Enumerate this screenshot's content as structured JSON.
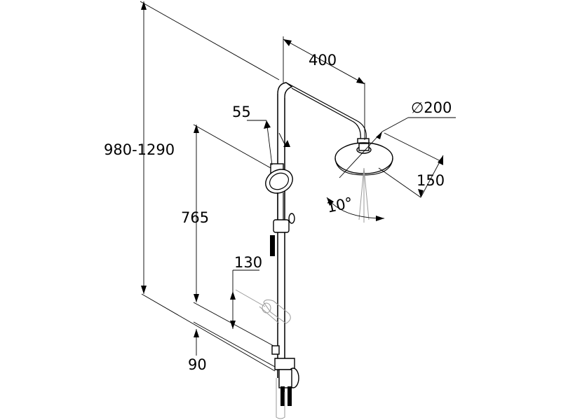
{
  "dimensions": {
    "total_height": "980-1290",
    "arm_length": "400",
    "head_diameter": "∅200",
    "head_offset": "150",
    "handshower_offset": "55",
    "handshower_height": "765",
    "soap_dish_height": "130",
    "bottom_offset": "90",
    "tilt_angle": "10°"
  }
}
